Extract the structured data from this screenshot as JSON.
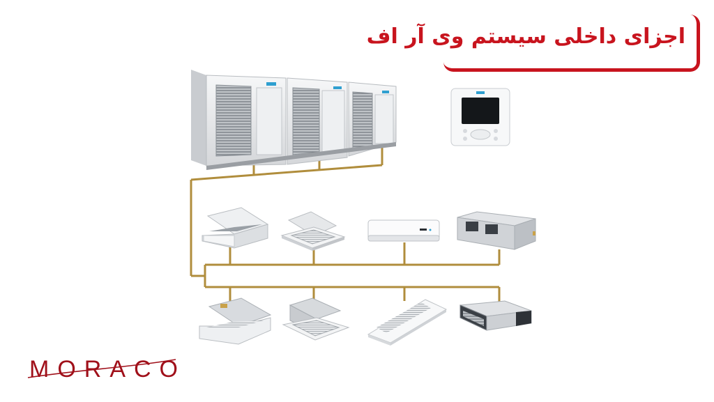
{
  "title": "اجزای داخلی سیستم وی آر اف",
  "logo": "MORACO",
  "colors": {
    "accent": "#c8141e",
    "pipe": "#b08d3c",
    "logo": "#a0101a"
  },
  "components": {
    "outdoor_units": "vrf-outdoor-units",
    "controller": "wall-controller",
    "indoor_row_1": [
      "ceiling-cassette-one-way",
      "ceiling-cassette-four-way",
      "wall-mounted-split",
      "ducted-unit"
    ],
    "indoor_row_2": [
      "ceiling-cassette-one-way",
      "ceiling-cassette-four-way",
      "ceiling-floor-unit",
      "slim-duct-unit"
    ]
  }
}
